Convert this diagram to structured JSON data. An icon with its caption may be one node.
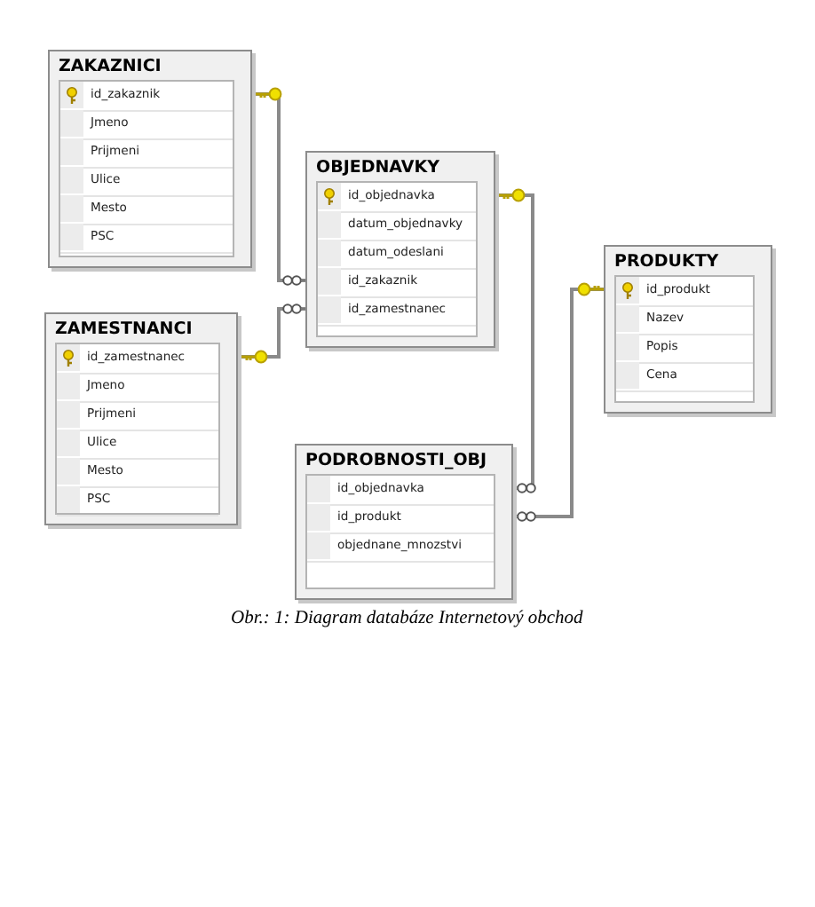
{
  "diagram": {
    "caption": "Obr.: 1: Diagram databáze Internetový obchod",
    "nodes": [
      {
        "text": [
          "ZAKAZNICI",
          "id_zakaznik",
          "Jmeno",
          "Prijmeni",
          "Ulice",
          "Mesto",
          "PSC"
        ]
      },
      {
        "text": [
          "ZAMESTNANCI",
          "id_zamestnanec",
          "Jmeno",
          "Prijmeni",
          "Ulice",
          "Mesto",
          "PSC"
        ]
      },
      {
        "text": [
          "OBJEDNAVKY",
          "id_objednavka",
          "datum_objednavky",
          "datum_odeslani",
          "id_zakaznik",
          "id_zamestnanec"
        ]
      },
      {
        "text": [
          "PRODUKTY",
          "id_produkt",
          "Nazev",
          "Popis",
          "Cena"
        ]
      },
      {
        "text": [
          "PODROBNOSTI_OBJ",
          "id_objednavka",
          "id_produkt",
          "objednane_mnozstvi"
        ]
      }
    ],
    "edges": [
      {
        "from": 0,
        "to": 2,
        "arrow": "other"
      },
      {
        "from": 1,
        "to": 2,
        "arrow": "other"
      },
      {
        "from": 2,
        "to": 4,
        "arrow": "other"
      },
      {
        "from": 3,
        "to": 4,
        "arrow": "other"
      }
    ]
  }
}
